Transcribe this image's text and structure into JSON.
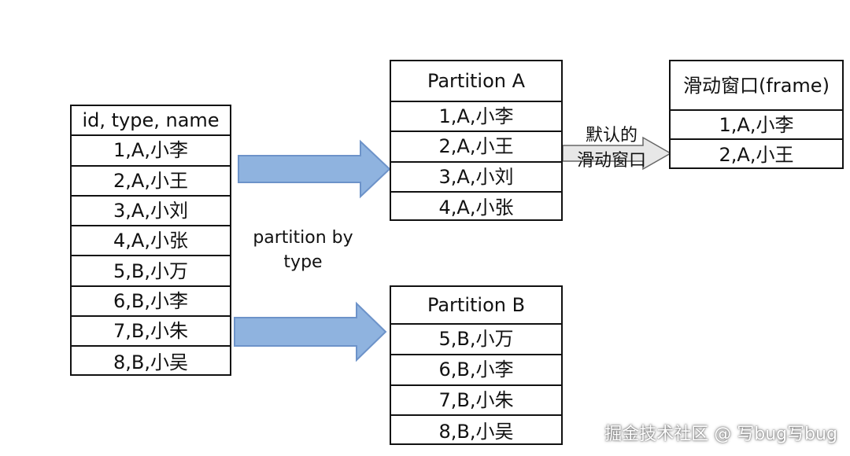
{
  "source_table": {
    "header": "id, type, name",
    "rows": [
      "1,A,小李",
      "2,A,小王",
      "3,A,小刘",
      "4,A,小张",
      "5,B,小万",
      "6,B,小李",
      "7,B,小朱",
      "8,B,小吴"
    ]
  },
  "partition_a": {
    "title": "Partition A",
    "rows": [
      "1,A,小李",
      "2,A,小王",
      "3,A,小刘",
      "4,A,小张"
    ]
  },
  "partition_b": {
    "title": "Partition B",
    "rows": [
      "5,B,小万",
      "6,B,小李",
      "7,B,小朱",
      "8,B,小吴"
    ]
  },
  "frame_table": {
    "title": "滑动窗口(frame)",
    "rows": [
      "1,A,小李",
      "2,A,小王"
    ]
  },
  "labels": {
    "partition_by_line1": "partition by",
    "partition_by_line2": "type",
    "default_frame_line1": "默认的",
    "default_frame_line2": "滑动窗口"
  },
  "watermark": "掘金技术社区 @ 写bug写bug",
  "colors": {
    "blue_arrow_fill": "#8fb3df",
    "blue_arrow_stroke": "#6d93c9",
    "gray_arrow_fill": "#e7e7e7",
    "gray_arrow_stroke": "#666666"
  }
}
